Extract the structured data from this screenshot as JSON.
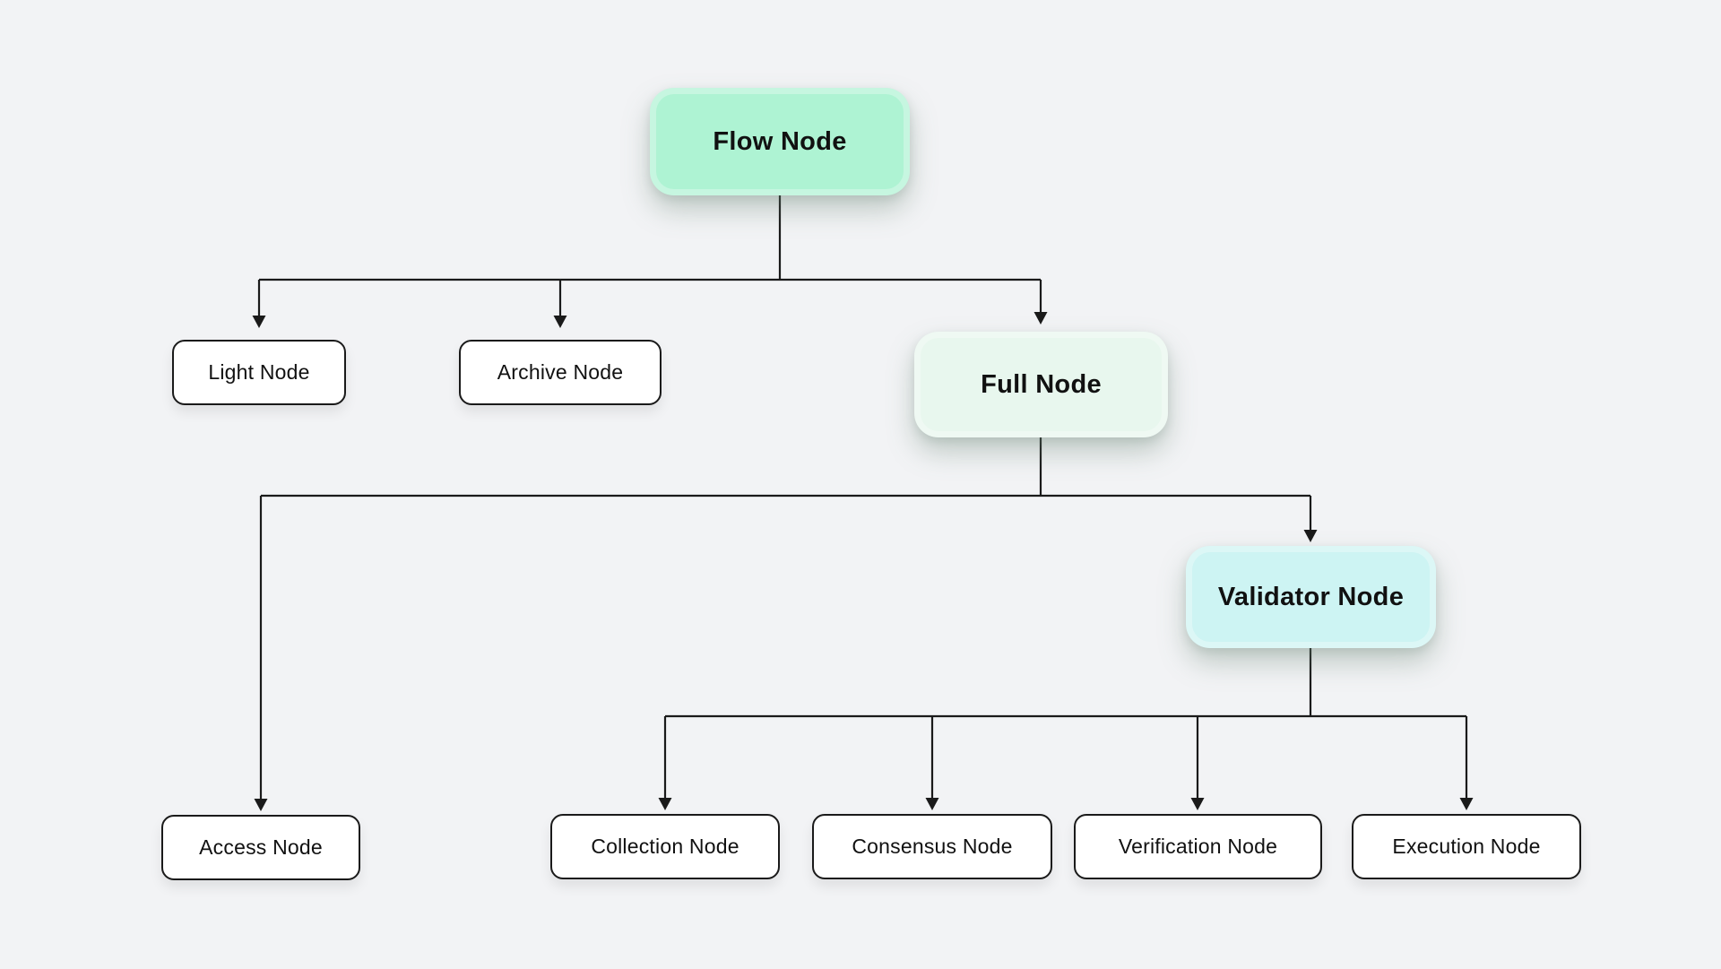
{
  "colors": {
    "background": "#f2f3f5",
    "flow_node": "#aef3d3",
    "full_node": "#e8f7ee",
    "validator_node": "#cdf4f3",
    "plain_node": "#ffffff",
    "border": "#1a1a1a",
    "line": "#1a1a1a",
    "text": "#111111"
  },
  "diagram": {
    "type": "tree-flowchart",
    "nodes": {
      "flow": {
        "label": "Flow Node",
        "style": "accent-mint"
      },
      "light": {
        "label": "Light Node",
        "style": "plain"
      },
      "archive": {
        "label": "Archive Node",
        "style": "plain"
      },
      "full": {
        "label": "Full Node",
        "style": "accent-pale-mint"
      },
      "access": {
        "label": "Access Node",
        "style": "plain"
      },
      "validator": {
        "label": "Validator Node",
        "style": "accent-cyan"
      },
      "collection": {
        "label": "Collection Node",
        "style": "plain"
      },
      "consensus": {
        "label": "Consensus Node",
        "style": "plain"
      },
      "verification": {
        "label": "Verification Node",
        "style": "plain"
      },
      "execution": {
        "label": "Execution Node",
        "style": "plain"
      }
    },
    "edges": [
      [
        "flow",
        "light"
      ],
      [
        "flow",
        "archive"
      ],
      [
        "flow",
        "full"
      ],
      [
        "full",
        "access"
      ],
      [
        "full",
        "validator"
      ],
      [
        "validator",
        "collection"
      ],
      [
        "validator",
        "consensus"
      ],
      [
        "validator",
        "verification"
      ],
      [
        "validator",
        "execution"
      ]
    ]
  }
}
